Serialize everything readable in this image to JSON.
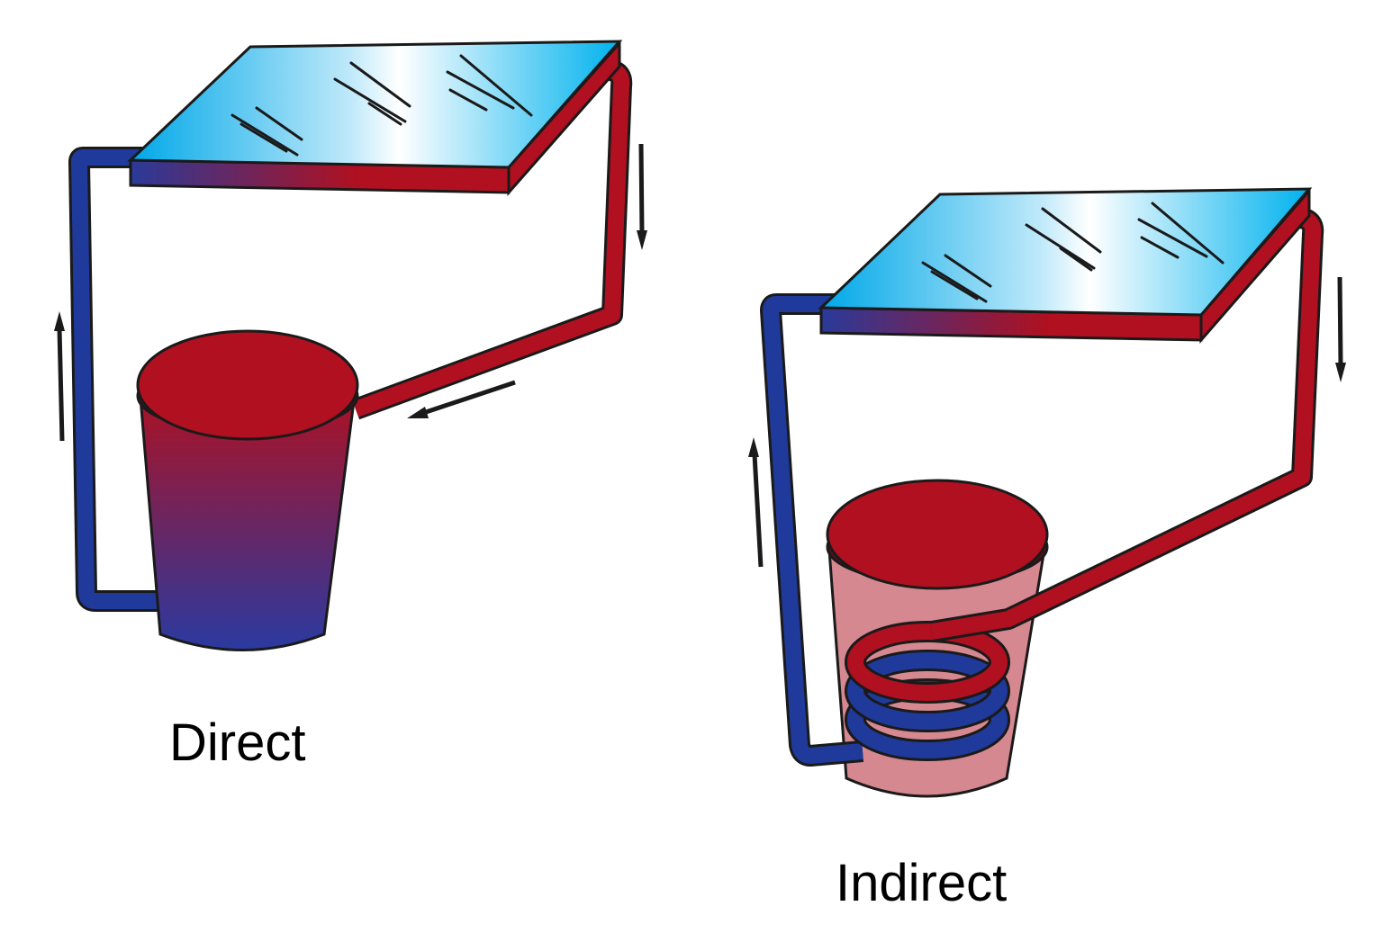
{
  "labels": {
    "direct": "Direct",
    "indirect": "Indirect"
  },
  "colors": {
    "hot": "#b0101f",
    "cold": "#1f3a9a",
    "collector_glass_dark": "#00b2ee",
    "collector_glass_light": "#ffffff",
    "indirect_tank_fill": "#d58890",
    "outline": "#1a1a1a",
    "arrow": "#1a1a1a",
    "background": "#ffffff"
  },
  "systems": [
    {
      "name": "direct",
      "components": [
        "solar-collector",
        "hot-supply-pipe",
        "cold-return-pipe",
        "storage-tank",
        "flow-arrows"
      ]
    },
    {
      "name": "indirect",
      "components": [
        "solar-collector",
        "hot-supply-pipe",
        "cold-return-pipe",
        "storage-tank",
        "heat-exchanger-coil",
        "flow-arrows"
      ]
    }
  ]
}
